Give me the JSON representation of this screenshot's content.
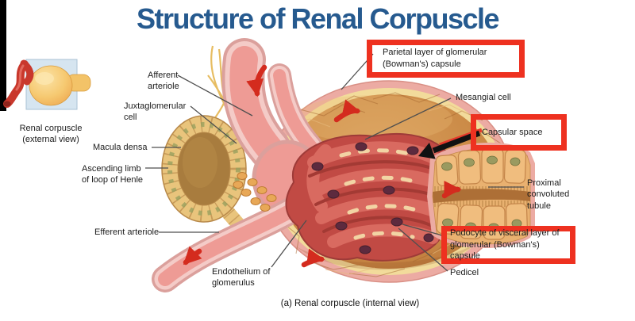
{
  "title": "Structure of Renal Corpuscle",
  "inset": {
    "caption": "Renal corpuscle\n(external view)"
  },
  "labels": {
    "afferent_arteriole": "Afferent\narteriole",
    "juxtaglomerular_cell": "Juxtaglomerular\ncell",
    "macula_densa": "Macula densa",
    "ascending_limb": "Ascending limb\nof loop of Henle",
    "efferent_arteriole": "Efferent arteriole",
    "endothelium": "Endothelium of\nglomerulus",
    "mesangial_cell": "Mesangial cell",
    "proximal_tubule": "Proximal\nconvoluted\ntubule",
    "pedicel": "Pedicel"
  },
  "highlighted_labels": {
    "parietal_layer": "Parietal layer of glomerular\n(Bowman's) capsule",
    "capsular_space": "Capsular space",
    "podocyte": "Podocyte of visceral layer of\nglomerular (Bowman's) capsule"
  },
  "caption": "(a) Renal corpuscle (internal view)",
  "colors": {
    "title": "#265a8f",
    "highlight_box": "#ee3120",
    "arrow_red": "#d42b1e",
    "arrow_black": "#111111",
    "capsule_brown": "#bf7c40",
    "capsule_ring_yellow": "#f2db9b",
    "capsule_rim_pink": "#ecaba3",
    "vessel_pink": "#ee9b95",
    "tubule_tan": "#e9b170",
    "glomerulus_red": "#c14a44"
  }
}
